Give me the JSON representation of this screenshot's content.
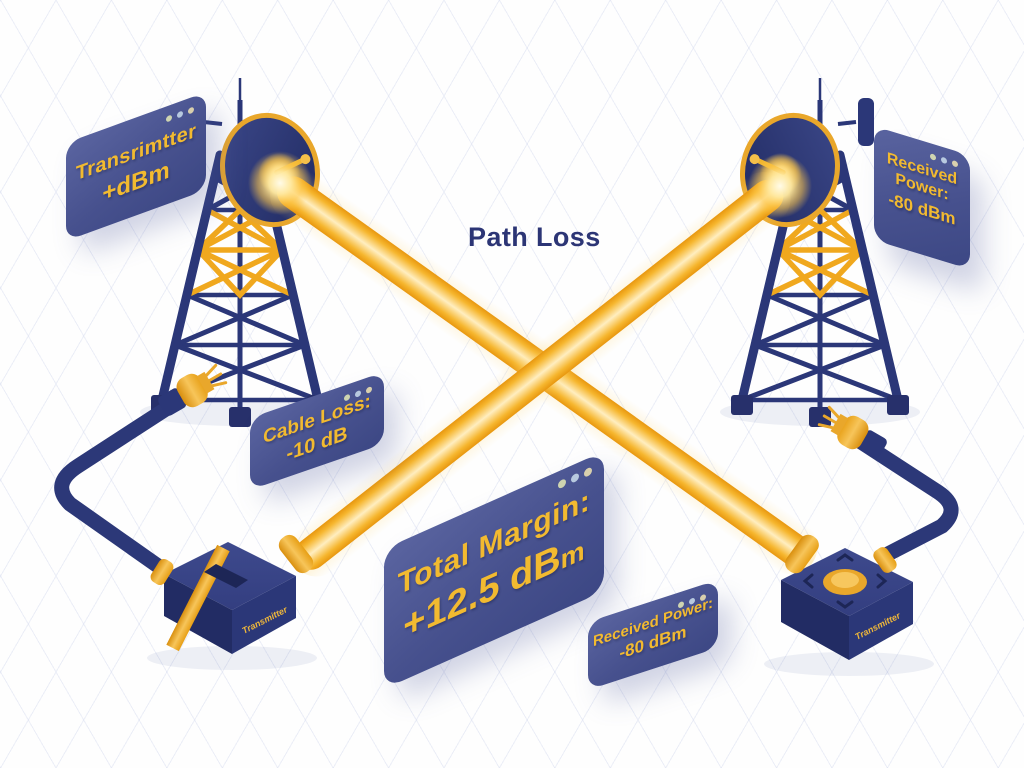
{
  "title": "RF Link Budget Diagram",
  "colors": {
    "navy": "#2b3778",
    "navy_dark": "#222b60",
    "gold": "#f2a71b",
    "panel_blue": "#47518e",
    "label_yellow": "#f2ba30",
    "background": "#fefefe",
    "grid_line": "#cdd4ec"
  },
  "panels": {
    "transmitter": {
      "line1": "Transrimtter",
      "line2": "+dBm"
    },
    "received_top": {
      "line1": "Received",
      "line2": "Power:",
      "line3": "-80 dBm"
    },
    "cable_loss": {
      "line1": "Cable Loss:",
      "line2": "-10 dB"
    },
    "total_margin": {
      "line1": "Total Margin:",
      "value": "+12.5 dB",
      "value_suffix": "m"
    },
    "received_bottom": {
      "line1": "Received Power:",
      "line2": "-80 dBm"
    }
  },
  "free_labels": {
    "path_loss": "Path Loss"
  },
  "devices": {
    "left_unit_label": "Transmitter",
    "right_unit_label": "Transmitter"
  }
}
